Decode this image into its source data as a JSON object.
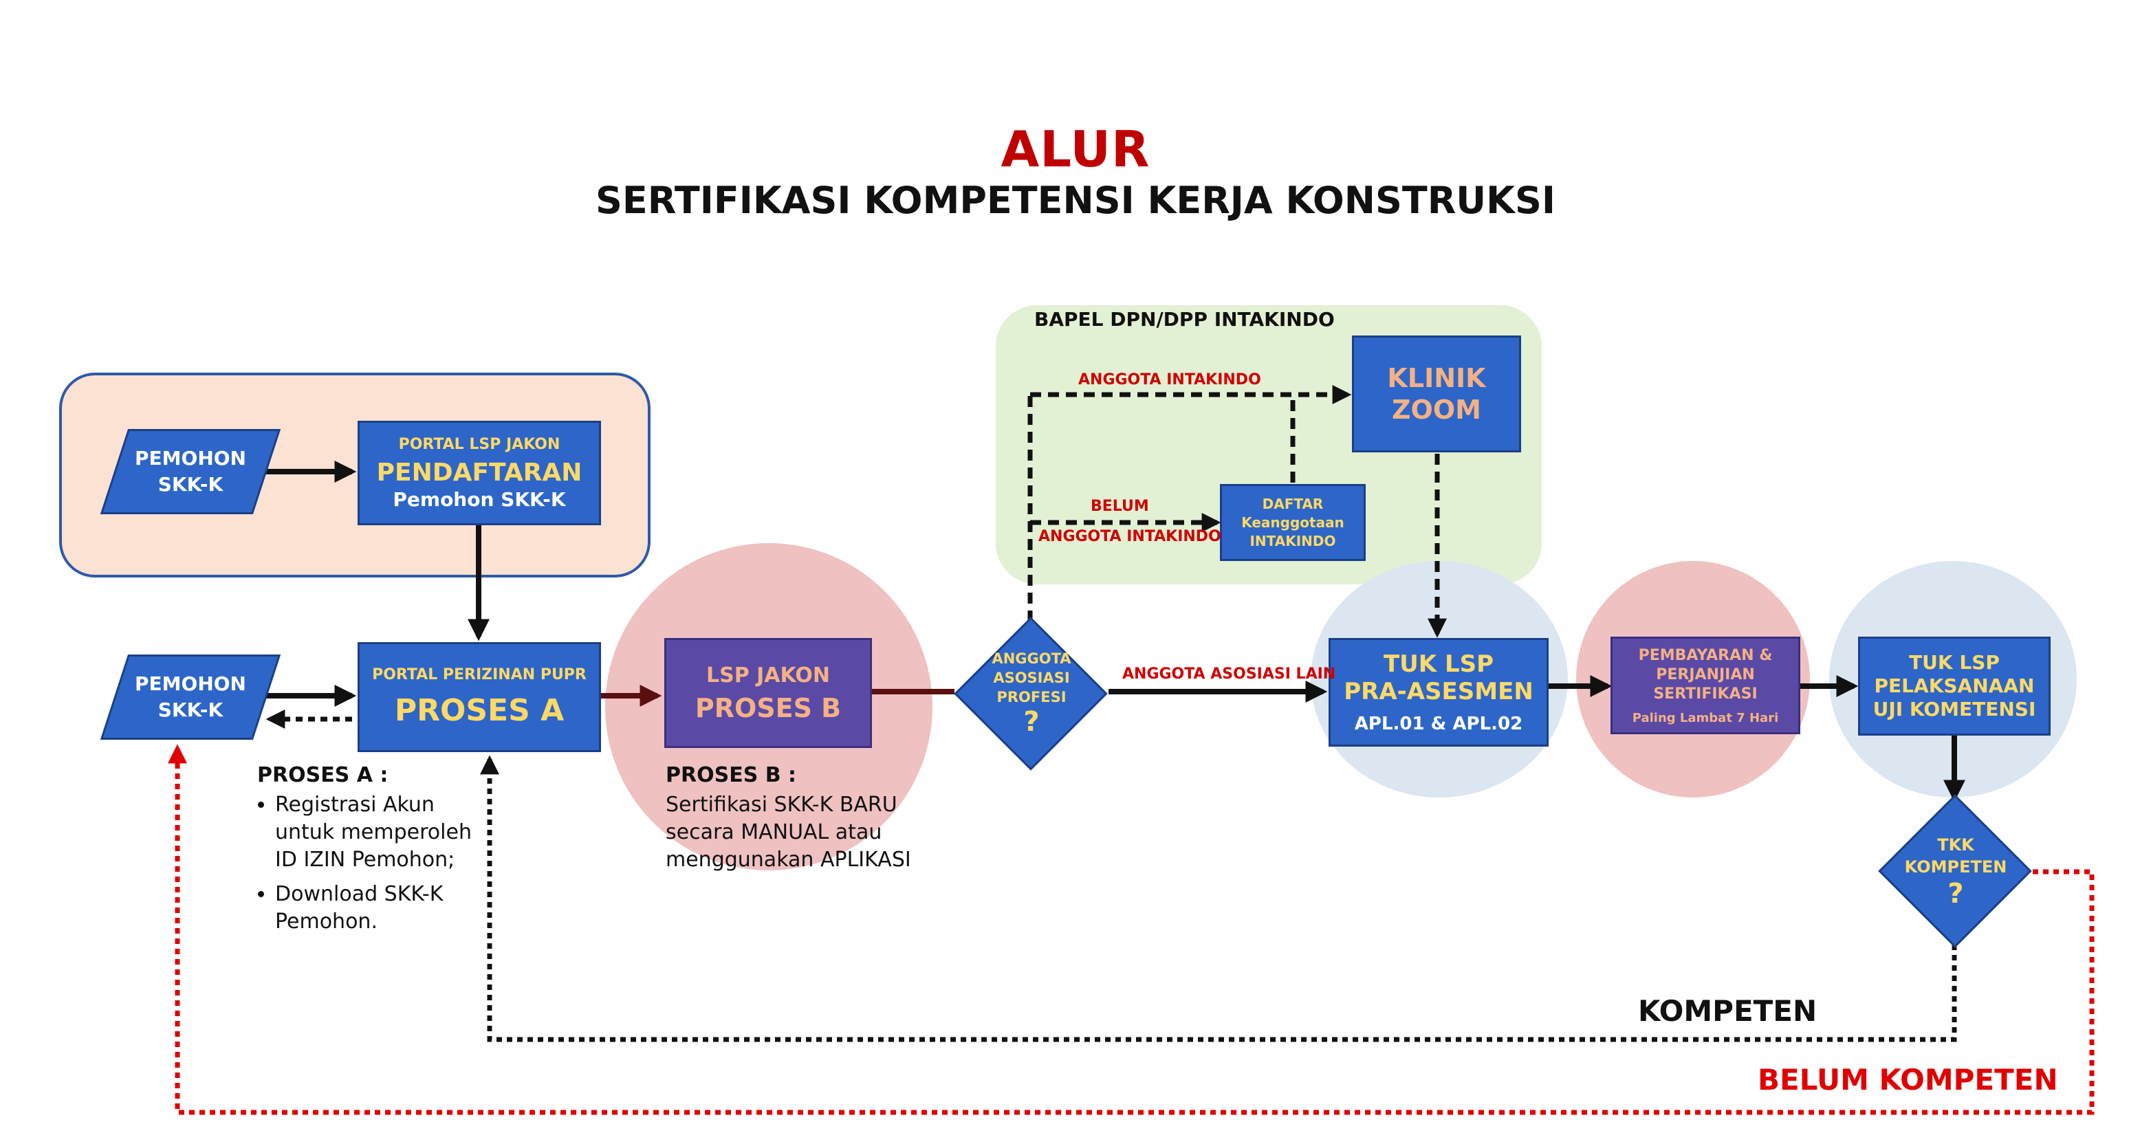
{
  "title": "ALUR",
  "subtitle": "SERTIFIKASI KOMPETENSI KERJA KONSTRUKSI",
  "green_region_title": "BAPEL DPN/DPP INTAKINDO",
  "nodes": {
    "pemohon_top": "PEMOHON\nSKK-K",
    "pemohon_bottom": "PEMOHON\nSKK-K",
    "pendaftaran": {
      "small": "PORTAL LSP JAKON",
      "big": "PENDAFTARAN",
      "line": "Pemohon SKK-K"
    },
    "proses_a": {
      "small": "PORTAL PERIZINAN PUPR",
      "big": "PROSES A"
    },
    "proses_b": {
      "small": "LSP JAKON",
      "big": "PROSES B"
    },
    "anggota_asosiasi": {
      "text": "ANGGOTA\nASOSIASI\nPROFESI",
      "q": "?"
    },
    "klinik_zoom": "KLINIK\nZOOM",
    "daftar": "DAFTAR\nKeanggotaan\nINTAKINDO",
    "tuk_pra": {
      "title": "TUK LSP\nPRA-ASESMEN",
      "line": "APL.01 & APL.02"
    },
    "pembayaran": {
      "title": "PEMBAYARAN &\nPERJANJIAN\nSERTIFIKASI",
      "line": "Paling Lambat 7 Hari"
    },
    "tuk_uji": "TUK LSP\nPELAKSANAAN\nUJI KOMETENSI",
    "tkk": {
      "text": "TKK\nKOMPETEN",
      "q": "?"
    }
  },
  "edge_labels": {
    "anggota_intakindo": "ANGGOTA  INTAKINDO",
    "belum": "BELUM",
    "belum_anggota": "ANGGOTA INTAKINDO",
    "anggota_lain": "ANGGOTA ASOSIASI LAIN",
    "kompeten": "KOMPETEN",
    "belum_kompeten": "BELUM KOMPETEN"
  },
  "notes": {
    "a_title": "PROSES A",
    "a_items": [
      "Registrasi Akun untuk memperoleh ID IZIN Pemohon;",
      "Download SKK-K Pemohon."
    ],
    "b_title": "PROSES B",
    "b_text": "Sertifikasi SKK-K BARU secara MANUAL atau menggunakan APLIKASI"
  },
  "colors": {
    "box_blue": "#2d66c8",
    "box_purple": "#5a4aa6",
    "title_red": "#c00000",
    "label_red": "#d00000",
    "accent_yellow": "#ffd966",
    "accent_orange": "#f4b183"
  }
}
